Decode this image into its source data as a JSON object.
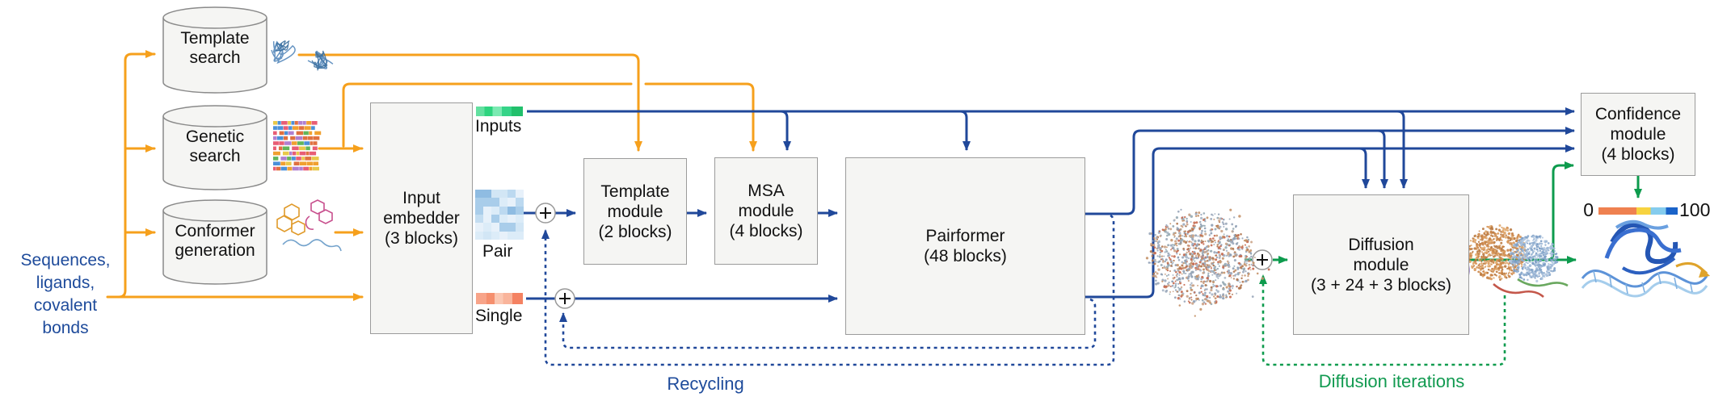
{
  "figure": {
    "caption_left": "Sequences,\nligands,\ncovalent\nbonds",
    "databases": [
      {
        "label": "Template\nsearch"
      },
      {
        "label": "Genetic\nsearch"
      },
      {
        "label": "Conformer\ngeneration"
      }
    ],
    "representations": {
      "inputs": "Inputs",
      "pair": "Pair",
      "single": "Single"
    },
    "modules": {
      "input_embedder": "Input\nembedder\n(3 blocks)",
      "template_module": "Template\nmodule\n(2 blocks)",
      "msa_module": "MSA\nmodule\n(4 blocks)",
      "pairformer": "Pairformer\n(48 blocks)",
      "diffusion_module": "Diffusion\nmodule\n(3 + 24 + 3 blocks)",
      "confidence_module": "Confidence\nmodule\n(4 blocks)"
    },
    "loops": {
      "recycling": "Recycling",
      "diffusion_iterations": "Diffusion iterations"
    },
    "colorbar": {
      "min": "0",
      "max": "100",
      "colors": [
        "#ef8150",
        "#f7d340",
        "#85ccee",
        "#1a63c9"
      ]
    },
    "colors": {
      "input_flow_orange": "#f6a01c",
      "trunk_blue": "#20489a",
      "diffusion_green": "#0d9b4d",
      "caption_blue": "#1e4b9b",
      "box_fill": "#f5f5f3",
      "box_border": "#9b9b9b"
    },
    "icons": {
      "combiner": "plus-circle"
    }
  }
}
